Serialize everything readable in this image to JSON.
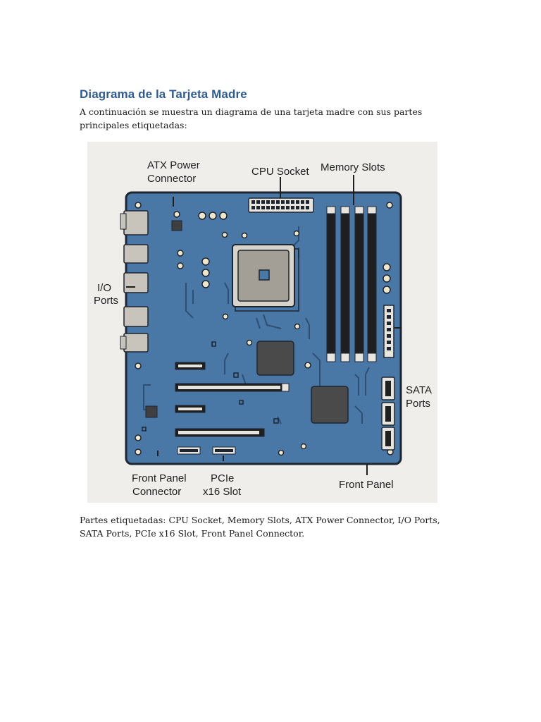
{
  "document": {
    "heading": "Diagrama de la Tarjeta Madre",
    "intro": "A continuación se muestra un diagrama de una tarjeta madre con sus partes principales etiquetadas:",
    "parts_list": "Partes etiquetadas: CPU Socket, Memory Slots, ATX Power Connector, I/O Ports, SATA Ports, PCIe x16 Slot, Front Panel Connector."
  },
  "figure": {
    "labels": {
      "atx_line1": "ATX Power",
      "atx_line2": "Connector",
      "cpu": "CPU Socket",
      "memory": "Memory Slots",
      "io_line1": "I/O",
      "io_line2": "Ports",
      "sata_line1": "SATA",
      "sata_line2": "Ports",
      "front_panel_line1": "Front Panel",
      "front_panel_line2": "Connector",
      "pcie_line1": "PCIe",
      "pcie_line2": "x16 Slot",
      "front_panel_right": "Front Panel"
    },
    "colors": {
      "board": "#4a78a6",
      "board_edge": "#1d2530",
      "component": "#c8c4bb",
      "chip": "#4a4a4a",
      "trace": "#2c4f73"
    }
  }
}
